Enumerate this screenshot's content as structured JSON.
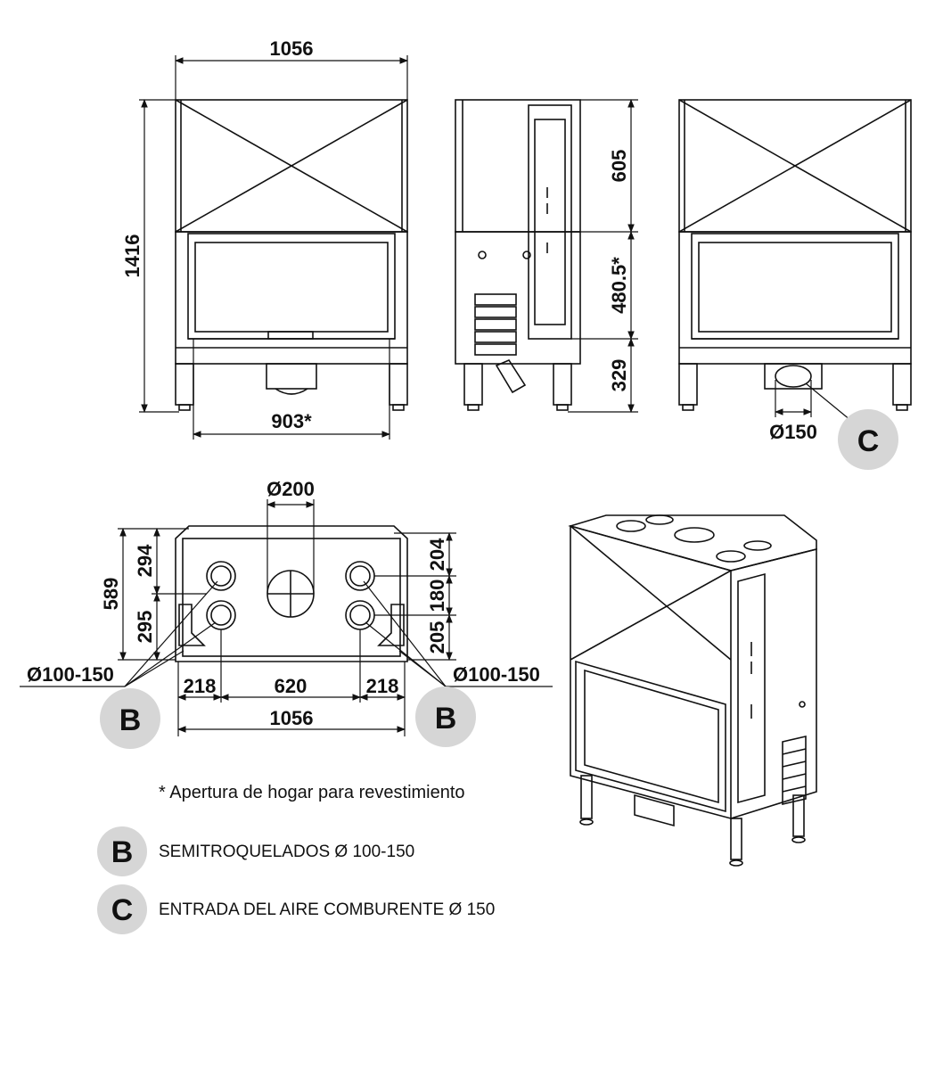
{
  "dimensions": {
    "front_width": "1056",
    "front_height": "1416",
    "front_opening_width": "903*",
    "side_top": "605",
    "side_mid": "480.5*",
    "side_bottom": "329",
    "rear_pipe": "Ø150",
    "top_collar": "Ø200",
    "top_depth": "589",
    "top_left_upper": "294",
    "top_left_lower": "295",
    "top_right_upper": "204",
    "top_right_mid": "180",
    "top_right_lower": "205",
    "knockout_left": "Ø100-150",
    "knockout_right": "Ø100-150",
    "span_left": "218",
    "span_mid": "620",
    "span_right": "218",
    "top_width": "1056"
  },
  "badges": {
    "b": "B",
    "c": "C"
  },
  "note": "* Apertura de hogar para revestimiento",
  "legend": [
    {
      "letter": "B",
      "text": "SEMITROQUELADOS Ø 100-150"
    },
    {
      "letter": "C",
      "text": "ENTRADA DEL AIRE COMBURENTE  Ø 150"
    }
  ],
  "colors": {
    "line": "#111111",
    "badge_fill": "#d6d6d6"
  }
}
